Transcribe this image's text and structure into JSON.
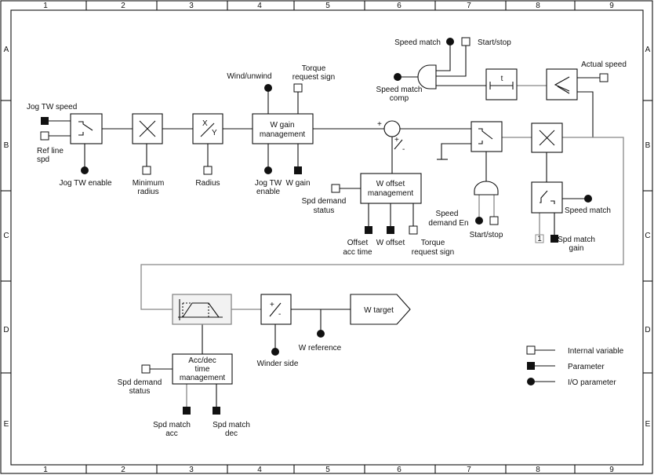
{
  "frame": {
    "columns": [
      "1",
      "2",
      "3",
      "4",
      "5",
      "6",
      "7",
      "8",
      "9"
    ],
    "rows": [
      "A",
      "B",
      "C",
      "D",
      "E"
    ]
  },
  "blocks": {
    "xy": [
      "X",
      "Y"
    ],
    "w_gain": [
      "W gain",
      "management"
    ],
    "w_offset": [
      "W offset",
      "management"
    ],
    "timer": "t",
    "pm": [
      "+",
      "-"
    ],
    "w_target": "W target",
    "accdec": [
      "Acc/dec",
      "time",
      "management"
    ],
    "const_one": "1",
    "sum_plus": "+",
    "sum_pm": [
      "+",
      "-"
    ]
  },
  "labels": {
    "jog_tw_speed": "Jog TW speed",
    "ref_line_spd": [
      "Ref  line",
      "spd"
    ],
    "jog_tw_enable": "Jog TW enable",
    "minimum_radius": [
      "Minimum",
      "radius"
    ],
    "radius": "Radius",
    "wind_unwind": "Wind/unwind",
    "torque_request_sign_top": [
      "Torque",
      "request sign"
    ],
    "jog_tw_enable2": [
      "Jog TW",
      "enable"
    ],
    "w_gain": "W gain",
    "speed_match_top": "Speed match",
    "start_stop_top": "Start/stop",
    "speed_match_comp": [
      "Speed match",
      "comp"
    ],
    "actual_speed": "Actual speed",
    "spd_demand_status": [
      "Spd demand",
      "status"
    ],
    "offset_acc_time": [
      "Offset",
      "acc time"
    ],
    "w_offset": "W offset",
    "torque_request_sign": [
      "Torque",
      "request sign"
    ],
    "speed_demand_en": [
      "Speed",
      "demand En"
    ],
    "start_stop": "Start/stop",
    "speed_match": "Speed match",
    "spd_match_gain": [
      "Spd match",
      "gain"
    ],
    "w_reference": "W reference",
    "winder_side": "Winder side",
    "spd_demand_status2": [
      "Spd demand",
      "status"
    ],
    "spd_match_acc": [
      "Spd match",
      "acc"
    ],
    "spd_match_dec": [
      "Spd match",
      "dec"
    ]
  },
  "legend": [
    {
      "symbol": "open-square",
      "label": "Internal variable"
    },
    {
      "symbol": "filled-square",
      "label": "Parameter"
    },
    {
      "symbol": "filled-circle",
      "label": "I/O parameter"
    }
  ]
}
